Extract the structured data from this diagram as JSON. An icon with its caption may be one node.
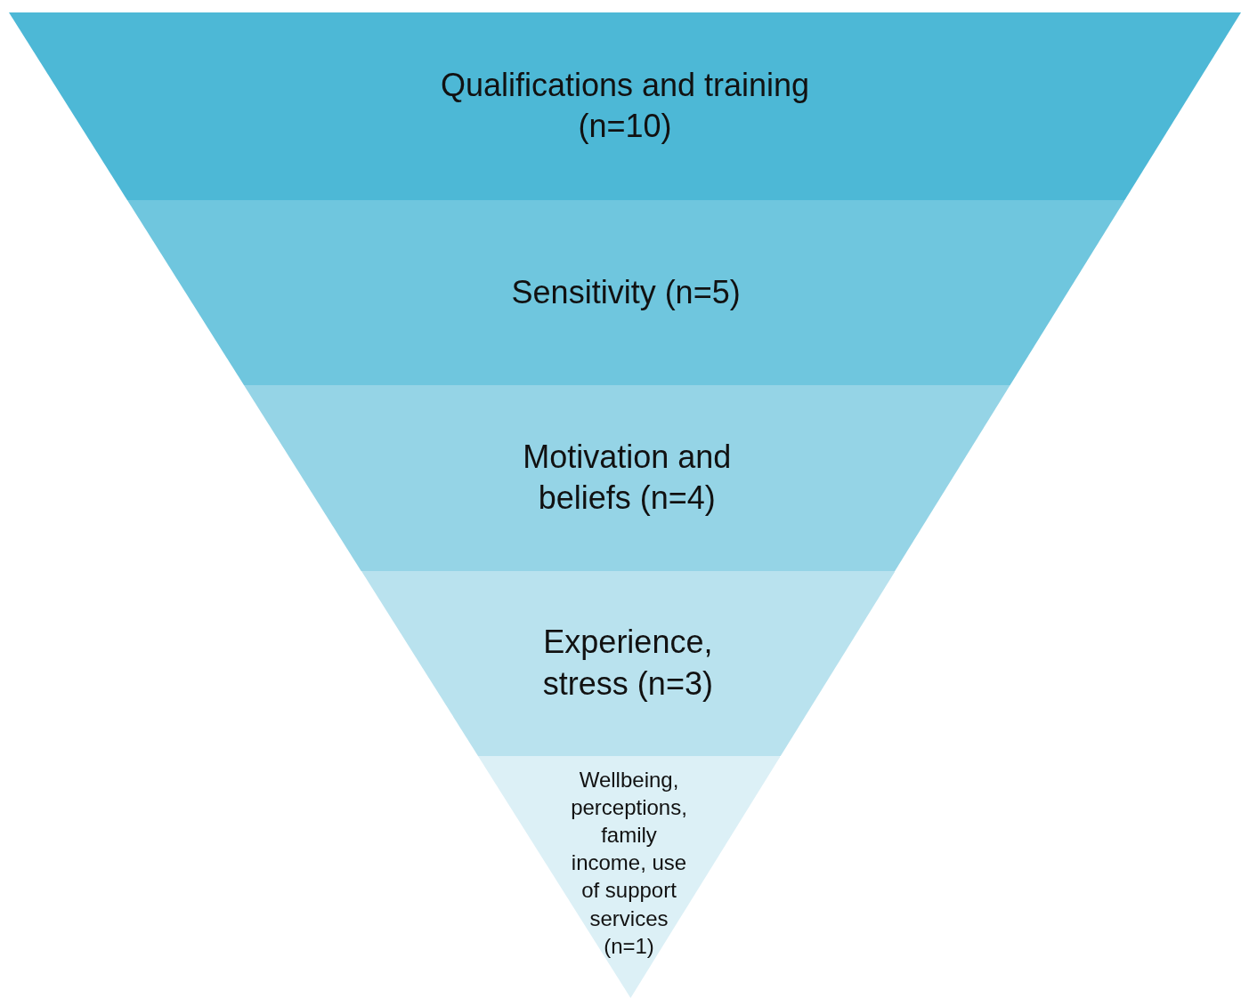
{
  "diagram": {
    "nodes": [
      {
        "text": [
          "Qualifications and training (n=10)"
        ]
      },
      {
        "text": [
          "Sensitivity (n=5)"
        ]
      },
      {
        "text": [
          "Motivation and beliefs (n=4)"
        ]
      },
      {
        "text": [
          "Experience, stress (n=3)"
        ]
      },
      {
        "text": [
          "Wellbeing, perceptions, family income, use of support services (n=1)"
        ]
      }
    ]
  }
}
